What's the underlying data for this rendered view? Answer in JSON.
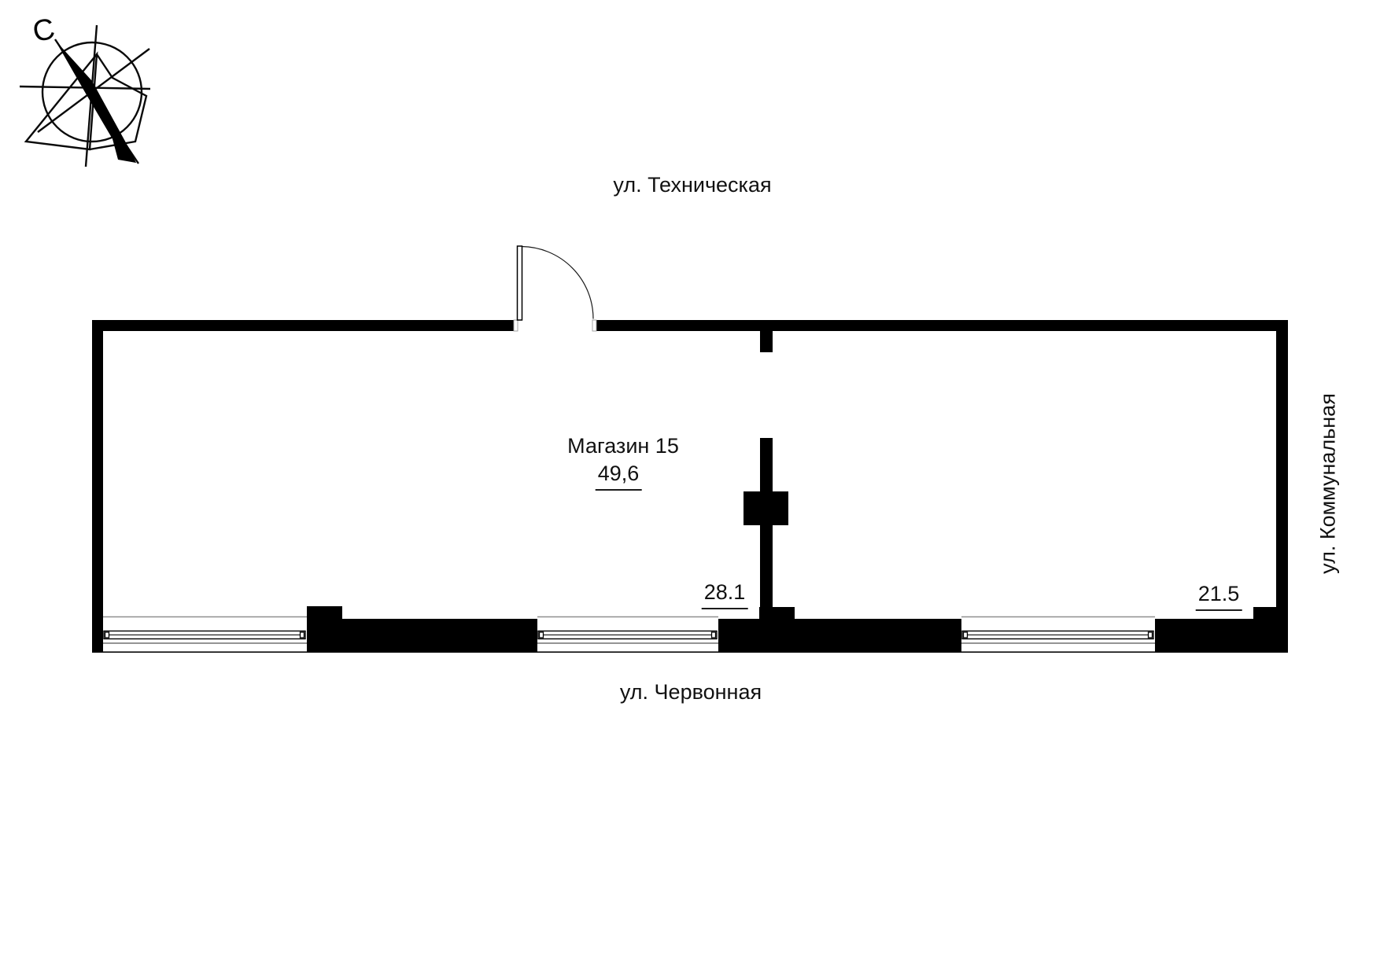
{
  "compass": {
    "north_label": "С"
  },
  "streets": {
    "top": "ул. Техническая",
    "bottom": "ул. Червонная",
    "right": "ул. Коммунальная"
  },
  "unit": {
    "name": "Магазин 15",
    "area_total": "49,6",
    "room_areas": [
      "28.1",
      "21.5"
    ]
  },
  "colors": {
    "ink": "#000000",
    "background": "#ffffff",
    "window_line": "#8f8f8f"
  }
}
